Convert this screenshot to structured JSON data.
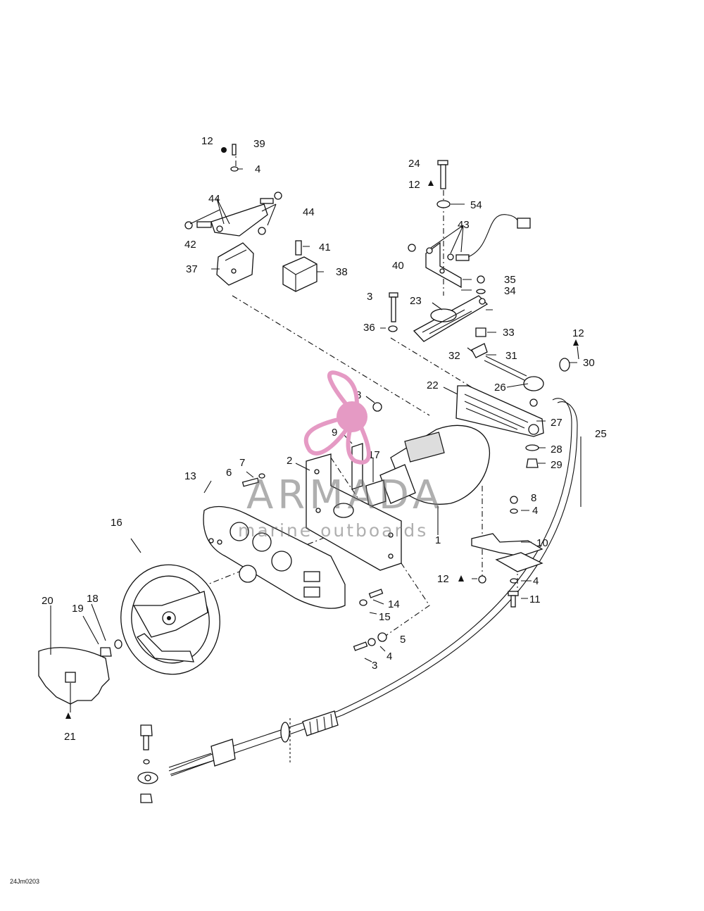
{
  "diagram_code": "24Jm0203",
  "watermark": {
    "title": "ARMADA",
    "subtitle": "marine outboards",
    "logo_color": "#e59ac4"
  },
  "callouts": [
    {
      "id": "c12a",
      "text": "12"
    },
    {
      "id": "c39",
      "text": "39"
    },
    {
      "id": "c4a",
      "text": "4"
    },
    {
      "id": "c44a",
      "text": "44"
    },
    {
      "id": "c44b",
      "text": "44"
    },
    {
      "id": "c42",
      "text": "42"
    },
    {
      "id": "c41",
      "text": "41"
    },
    {
      "id": "c37",
      "text": "37"
    },
    {
      "id": "c38",
      "text": "38"
    },
    {
      "id": "c24",
      "text": "24"
    },
    {
      "id": "c12b",
      "text": "12"
    },
    {
      "id": "c54",
      "text": "54"
    },
    {
      "id": "c43",
      "text": "43"
    },
    {
      "id": "c40",
      "text": "40"
    },
    {
      "id": "c35",
      "text": "35"
    },
    {
      "id": "c34",
      "text": "34"
    },
    {
      "id": "c3a",
      "text": "3"
    },
    {
      "id": "c23",
      "text": "23"
    },
    {
      "id": "c36",
      "text": "36"
    },
    {
      "id": "c33",
      "text": "33"
    },
    {
      "id": "c32",
      "text": "32"
    },
    {
      "id": "c31",
      "text": "31"
    },
    {
      "id": "c12c",
      "text": "12"
    },
    {
      "id": "c30",
      "text": "30"
    },
    {
      "id": "c22",
      "text": "22"
    },
    {
      "id": "c26",
      "text": "26"
    },
    {
      "id": "c8a",
      "text": "8"
    },
    {
      "id": "c27",
      "text": "27"
    },
    {
      "id": "c25",
      "text": "25"
    },
    {
      "id": "c9",
      "text": "9"
    },
    {
      "id": "c17",
      "text": "17"
    },
    {
      "id": "c28",
      "text": "28"
    },
    {
      "id": "c7",
      "text": "7"
    },
    {
      "id": "c2",
      "text": "2"
    },
    {
      "id": "c29",
      "text": "29"
    },
    {
      "id": "c13",
      "text": "13"
    },
    {
      "id": "c6",
      "text": "6"
    },
    {
      "id": "c8b",
      "text": "8"
    },
    {
      "id": "c4b",
      "text": "4"
    },
    {
      "id": "c16",
      "text": "16"
    },
    {
      "id": "c1",
      "text": "1"
    },
    {
      "id": "c10",
      "text": "10"
    },
    {
      "id": "c12d",
      "text": "12"
    },
    {
      "id": "c4c",
      "text": "4"
    },
    {
      "id": "c20",
      "text": "20"
    },
    {
      "id": "c18",
      "text": "18"
    },
    {
      "id": "c19",
      "text": "19"
    },
    {
      "id": "c14",
      "text": "14"
    },
    {
      "id": "c11",
      "text": "11"
    },
    {
      "id": "c15",
      "text": "15"
    },
    {
      "id": "c5",
      "text": "5"
    },
    {
      "id": "c4d",
      "text": "4"
    },
    {
      "id": "c3b",
      "text": "3"
    },
    {
      "id": "c21",
      "text": "21"
    }
  ]
}
